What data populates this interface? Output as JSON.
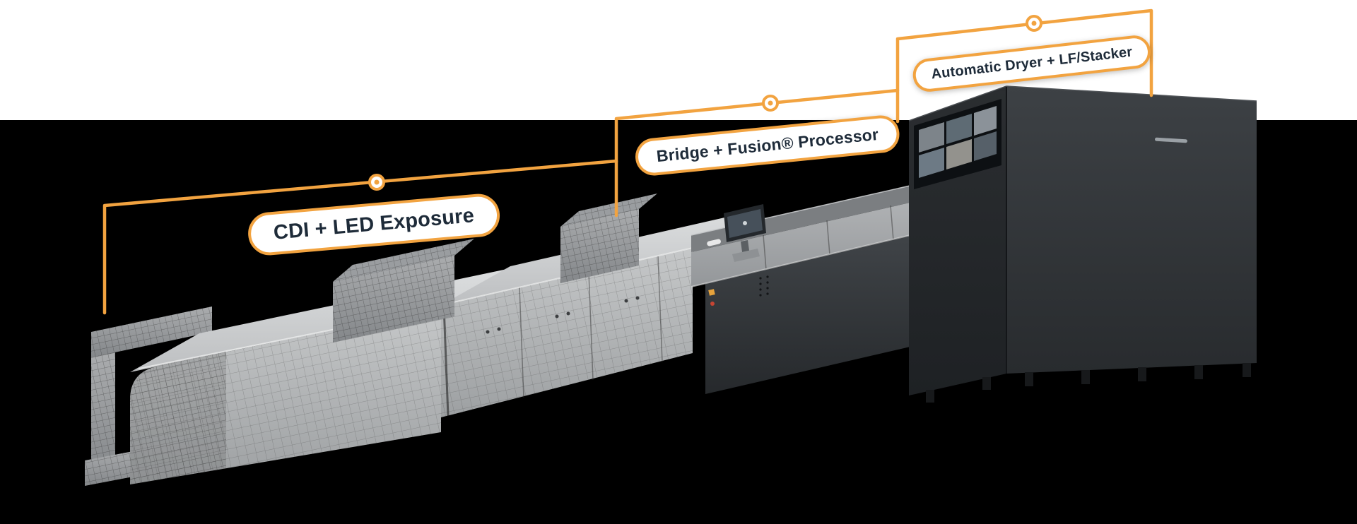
{
  "scene": {
    "top_band_color": "#ffffff",
    "background_color": "#000000",
    "accent_color": "#F2A340",
    "callout_text_color": "#1E2B39"
  },
  "callouts": [
    {
      "id": "cdi-led-exposure",
      "label": "CDI + LED Exposure"
    },
    {
      "id": "bridge-fusion-processor",
      "label": "Bridge + Fusion® Processor"
    },
    {
      "id": "automatic-dryer-lf-stacker",
      "label": "Automatic Dryer + LF/Stacker"
    }
  ]
}
